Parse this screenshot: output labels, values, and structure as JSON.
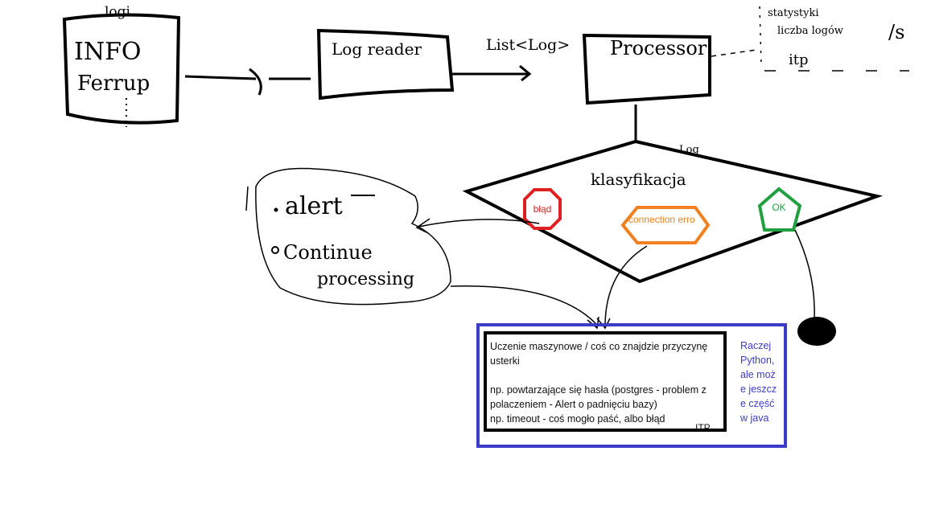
{
  "nodes": {
    "source_title": "logi",
    "source_label_1": "INFO",
    "source_label_2": "Ferrup",
    "reader_label": "Log reader",
    "edge_label": "List<Log>",
    "processor_label": "Processor",
    "stats_1": "statystyki",
    "stats_2": "liczba logów",
    "stats_3": "itp",
    "stats_4": "/s",
    "classification_label": "klasyfikacja",
    "logo_label": "Log",
    "alert_label": "alert",
    "continue_label": "Continue",
    "processing_label": "processing"
  },
  "classes": {
    "error": "błąd",
    "connection": "connection erro",
    "ok": "OK"
  },
  "ml_box": {
    "line1": "Uczenie maszynowe / coś co znajdzie przyczynę usterki",
    "line2": "np. powtarzające się hasła (postgres - problem z polaczeniem - Alert o padnięciu bazy)",
    "line3": "np. timeout - coś mogło paść, albo błąd programistyczny",
    "tag": "ITP"
  },
  "lang_note": "Raczej Python, ale może jeszcze część w java",
  "colors": {
    "error": "#e02020",
    "connection": "#f08020",
    "ok": "#20a040",
    "note": "#3c3cc8"
  }
}
